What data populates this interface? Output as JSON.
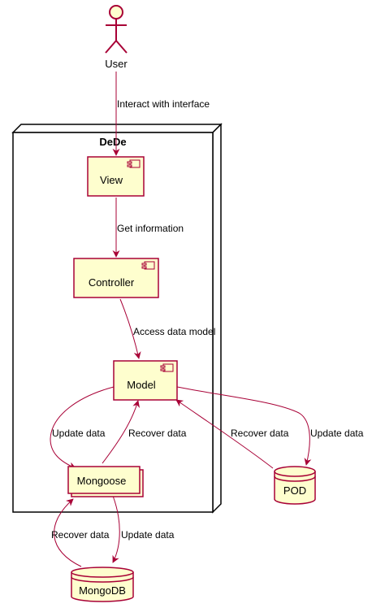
{
  "diagram": {
    "actor": {
      "label": "User"
    },
    "container": {
      "label": "DeDe"
    },
    "components": {
      "view": "View",
      "controller": "Controller",
      "model": "Model",
      "mongoose": "Mongoose"
    },
    "databases": {
      "pod": "POD",
      "mongodb": "MongoDB"
    },
    "edges": {
      "user_view": "Interact with interface",
      "view_controller": "Get information",
      "controller_model": "Access data model",
      "model_mongoose": "Update data",
      "mongoose_model": "Recover data",
      "pod_model": "Recover data",
      "model_pod": "Update data",
      "mongodb_mongoose": "Recover data",
      "mongoose_mongodb": "Update data"
    },
    "colors": {
      "node_fill": "#FEFECE",
      "border": "#A80036",
      "arrow": "#A80036",
      "container_border": "#000000"
    }
  }
}
